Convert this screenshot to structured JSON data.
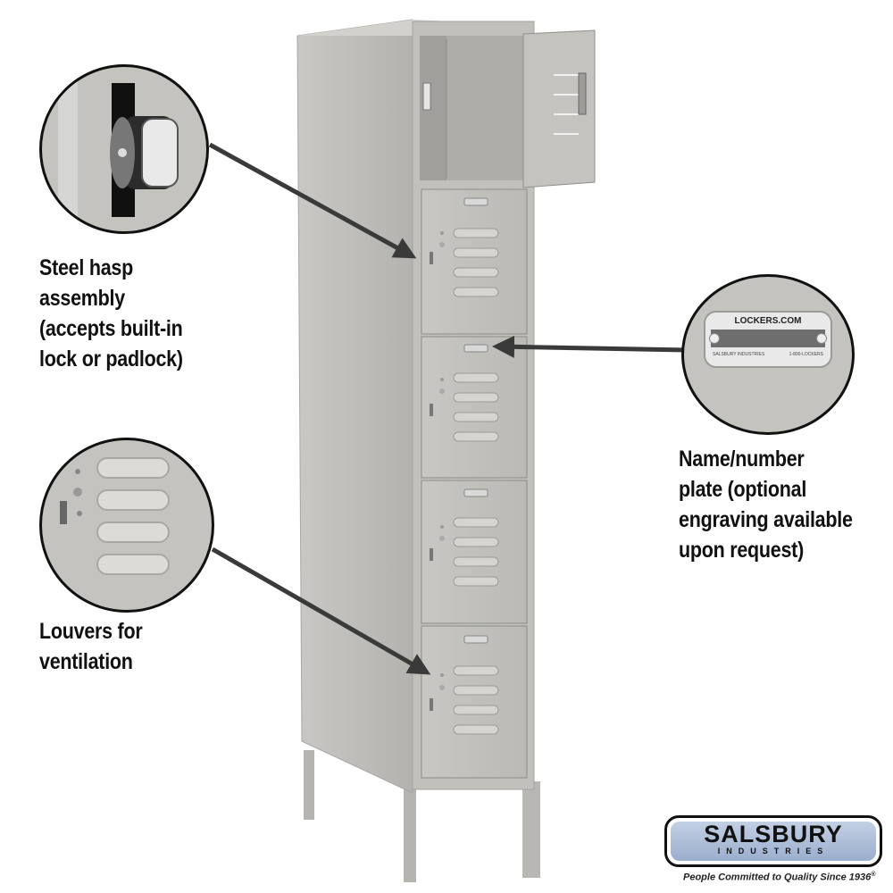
{
  "product": {
    "name": "5-tier box style locker",
    "color": "#bdbcb8",
    "tiers": 5
  },
  "callouts": [
    {
      "id": "hasp",
      "lines": [
        "Steel hasp",
        "assembly",
        "(accepts built-in",
        "lock or padlock)"
      ]
    },
    {
      "id": "louvers",
      "lines": [
        "Louvers for",
        "ventilation"
      ]
    },
    {
      "id": "nameplate",
      "lines": [
        "Name/number",
        "plate (optional",
        "engraving available",
        "upon request)"
      ]
    }
  ],
  "nameplate": {
    "top_text": "LOCKERS.COM",
    "bottom_left": "SALSBURY INDUSTRIES",
    "bottom_right": "1-800-LOCKERS"
  },
  "brand": {
    "name": "SALSBURY",
    "sub": "INDUSTRIES",
    "tagline": "People Committed to Quality Since 1936",
    "registered": "®",
    "badge_color": "#a9bbd6"
  }
}
